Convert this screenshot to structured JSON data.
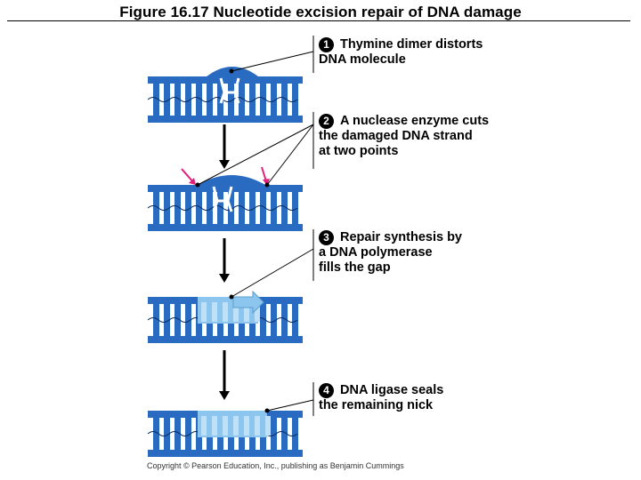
{
  "title": "Figure 16.17 Nucleotide excision repair of DNA damage",
  "colors": {
    "dna": "#2a6bc2",
    "repair": "#8cc6ee",
    "arrow_pink": "#e0207a",
    "line": "#000000"
  },
  "steps": [
    {
      "num": "1",
      "lines": [
        "Thymine dimer distorts",
        "DNA molecule"
      ]
    },
    {
      "num": "2",
      "lines": [
        "A nuclease enzyme cuts",
        "the damaged DNA strand",
        "at two points"
      ]
    },
    {
      "num": "3",
      "lines": [
        "Repair synthesis by",
        "a DNA polymerase",
        "fills the gap"
      ]
    },
    {
      "num": "4",
      "lines": [
        "DNA ligase seals",
        "the remaining nick"
      ]
    }
  ],
  "copyright": "Copyright © Pearson Education, Inc., publishing as Benjamin Cummings"
}
